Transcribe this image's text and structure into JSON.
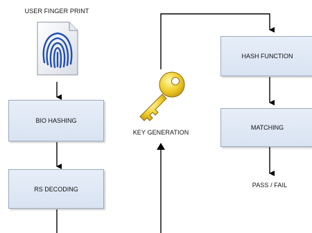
{
  "labels": {
    "user_fingerprint": "USER FINGER PRINT",
    "key_generation": "KEY GENERATION",
    "pass_fail": "PASS / FAIL"
  },
  "boxes": {
    "bio_hashing": "BIO HASHING",
    "rs_decoding": "RS DECODING",
    "hash_function": "HASH FUNCTION",
    "matching": "MATCHING"
  },
  "icons": {
    "fingerprint": "fingerprint-document-icon",
    "key": "key-icon"
  },
  "colors": {
    "box_fill": "#dfe7f4",
    "box_border": "#9aaabd",
    "fingerprint_blue": "#1f4fb0",
    "key_gold": "#e8c21a"
  }
}
